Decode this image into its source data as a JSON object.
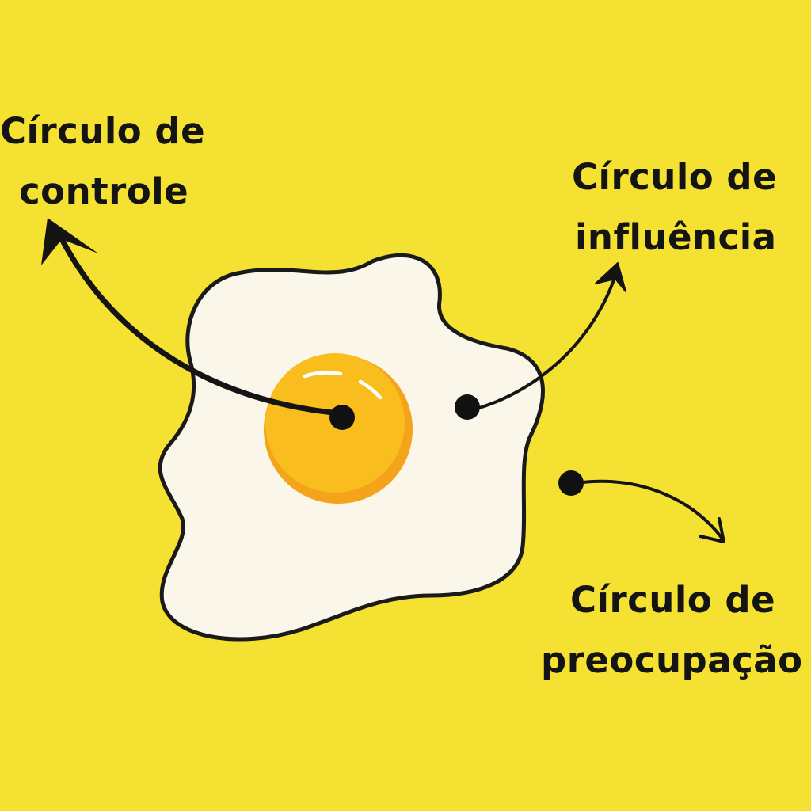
{
  "background_color": "#f5e132",
  "colors": {
    "egg_white": "#faf6e9",
    "egg_shadow": "#e6ddc6",
    "yolk": "#f9bd1e",
    "yolk_shadow": "#f4a41a",
    "outline": "#1a1a1a"
  },
  "labels": {
    "control": {
      "line1": "Círculo de",
      "line2": "controle"
    },
    "influence": {
      "line1": "Círculo de",
      "line2": "influência"
    },
    "concern": {
      "line1": "Círculo de",
      "line2": "preocupação"
    }
  },
  "icons": {
    "egg": "fried-egg-icon",
    "arrow": "curved-arrow-icon",
    "marker": "dot-marker-icon"
  }
}
